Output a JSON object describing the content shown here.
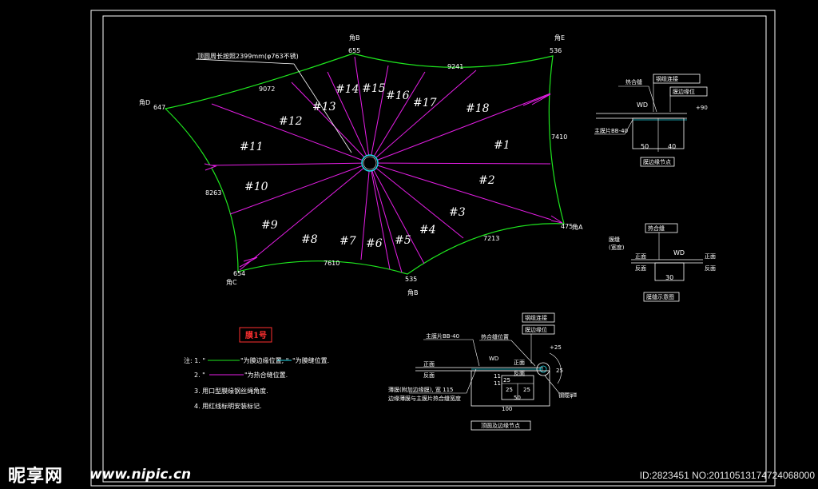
{
  "top_note": "顶圆周长按照2399mm(φ763不锈)",
  "segments": [
    "#1",
    "#2",
    "#3",
    "#4",
    "#5",
    "#6",
    "#7",
    "#8",
    "#9",
    "#10",
    "#11",
    "#12",
    "#13",
    "#14",
    "#15",
    "#16",
    "#17",
    "#18"
  ],
  "corners": {
    "top": {
      "label": "角B",
      "num": "655"
    },
    "top_right": {
      "label": "角E",
      "num": "536"
    },
    "left": {
      "label": "角D",
      "num": "647"
    },
    "right": {
      "label": "角A",
      "num": "475"
    },
    "bottom": {
      "label": "角B",
      "num": "535"
    },
    "bottom_left": {
      "label": "角C",
      "num": "654"
    }
  },
  "edge_lengths": {
    "top_left": "9072",
    "top_right": "9241",
    "right": "7410",
    "bottom_right": "7213",
    "bottom": "7610",
    "left": "8263"
  },
  "sheet_title": "膜1号",
  "notes": {
    "n1_prefix": "注: 1. \"",
    "n1_mid": "\"为膜边缘位置, \"",
    "n1_suffix": "\"为膜缝位置.",
    "n2_prefix": "2. \"",
    "n2_suffix": "\"为热合缝位置.",
    "n3": "3. 用口型膜缘钢丝绳角度.",
    "n4": "4. 用红线标明安装标记."
  },
  "detail1": {
    "tag1": "钢缆连接",
    "tag2": "膜边缘位",
    "label_heat": "热合缝",
    "label_wd": "WD",
    "label_plus": "+90",
    "label_left": "主膜片BB-40",
    "dim_a": "50",
    "dim_b": "40",
    "caption": "膜边缘节点"
  },
  "detail2": {
    "tag": "热合缝",
    "label_wd": "WD",
    "left_top": "膜缝",
    "left_mid": "(宽度)",
    "left_a": "正面",
    "left_b": "反面",
    "right_a": "正面",
    "right_b": "反面",
    "dim": "30",
    "caption": "膜缝示意图"
  },
  "detail3": {
    "tag1": "钢缆连接",
    "tag2": "膜边缘位",
    "label_left": "主膜片BB-40",
    "label_heat": "热合缝位置",
    "label_wd": "WD",
    "left_a": "正面",
    "left_b": "反面",
    "face_a": "正面",
    "face_b": "反面",
    "angle": "25",
    "angle2": "25",
    "mini": "+25",
    "cable": "钢缆φ8",
    "note_a": "薄膜(附加边缘膜), 宽 115",
    "note_b": "边缘薄膜与主膜片热合缝宽度",
    "dim_small": "11",
    "dim_small2": "11",
    "dim_25a": "25",
    "dim_25b": "25",
    "dim_50": "50",
    "dim_100": "100",
    "caption": "顶圆及边缘节点"
  },
  "watermark": {
    "logo": "昵享网",
    "url": "www.nipic.cn",
    "id": "ID:2823451 NO:20110513174724068000"
  },
  "colors": {
    "boundary": "#1ee61e",
    "seam": "#e61ee6",
    "frame": "#ffffff",
    "title_box": "#ff3030",
    "detail_cyan": "#22d8e8"
  }
}
